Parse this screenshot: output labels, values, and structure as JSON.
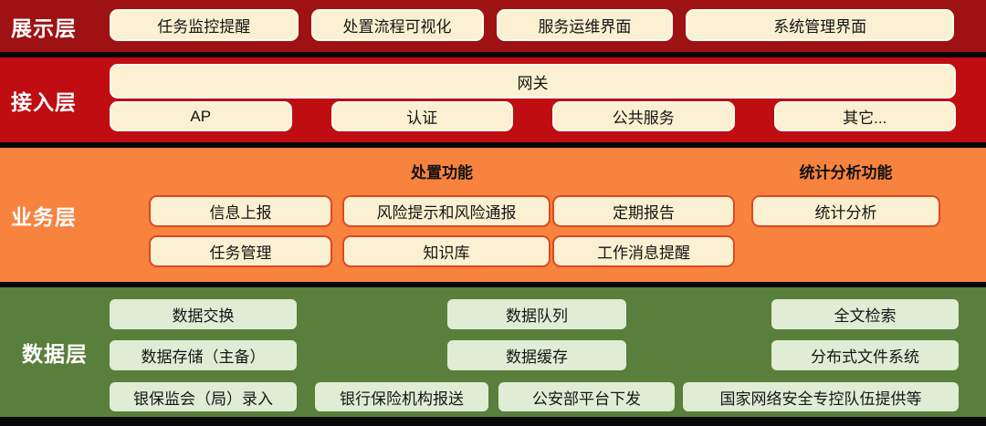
{
  "layers": {
    "display": {
      "label": "展示层",
      "buttons": [
        "任务监控提醒",
        "处置流程可视化",
        "服务运维界面",
        "系统管理界面"
      ]
    },
    "access": {
      "label": "接入层",
      "gateway": "网关",
      "buttons": [
        "AP",
        "认证",
        "公共服务",
        "其它..."
      ]
    },
    "business": {
      "label": "业务层",
      "group_headers": [
        "处置功能",
        "统计分析功能"
      ],
      "row1": [
        "信息上报",
        "风险提示和风险通报",
        "定期报告",
        "统计分析"
      ],
      "row2": [
        "任务管理",
        "知识库",
        "工作消息提醒"
      ]
    },
    "data": {
      "label": "数据层",
      "row1": [
        "数据交换",
        "数据队列",
        "全文检索"
      ],
      "row2": [
        "数据存储（主备）",
        "数据缓存",
        "分布式文件系统"
      ],
      "row3": [
        "银保监会（局）录入",
        "银行保险机构报送",
        "公安部平台下发",
        "国家网络安全专控队伍提供等"
      ]
    }
  },
  "colors": {
    "background": "#070707",
    "display_band": "#9E1213",
    "access_band": "#BF0D11",
    "business_band": "#F8833E",
    "data_band": "#5A7E3B",
    "cream_box_fill": "#FBF0D1",
    "cream_box_border": "#FFFDF0",
    "business_box_border": "#DC4823",
    "data_box_fill": "#DFEDD4",
    "layer_label_text": "#FFFFFF",
    "box_text": "#141414"
  }
}
